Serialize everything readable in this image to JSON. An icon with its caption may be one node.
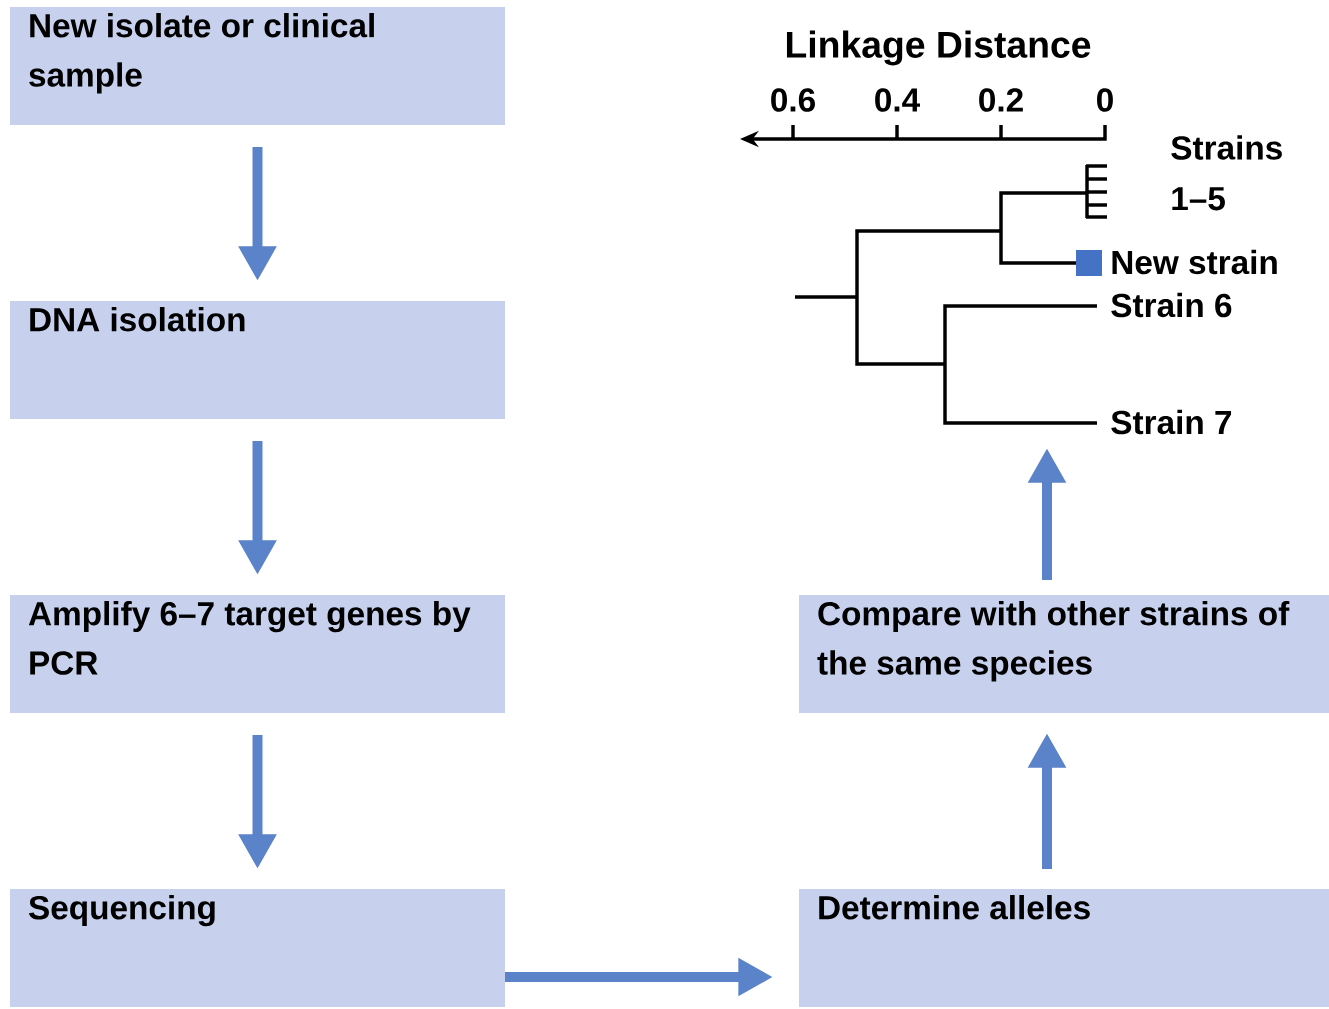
{
  "diagram": {
    "nodes": [
      {
        "text": [
          "New isolate or clinical sample"
        ]
      },
      {
        "text": [
          "DNA isolation"
        ]
      },
      {
        "text": [
          "Amplify 6–7 target genes by PCR"
        ]
      },
      {
        "text": [
          "Sequencing"
        ]
      },
      {
        "text": [
          "Determine alleles"
        ]
      },
      {
        "text": [
          "Compare with other strains of the same species"
        ]
      },
      {
        "text": [],
        "shape": "tree"
      }
    ],
    "edges": [
      {
        "from": 0,
        "to": 1,
        "arrow": "to"
      },
      {
        "from": 1,
        "to": 2,
        "arrow": "to"
      },
      {
        "from": 2,
        "to": 3,
        "arrow": "to"
      },
      {
        "from": 3,
        "to": 4,
        "arrow": "to"
      },
      {
        "from": 4,
        "to": 5,
        "arrow": "to"
      },
      {
        "from": 5,
        "to": 6,
        "arrow": "to"
      }
    ],
    "labels": [
      "Linkage Distance",
      "0.6",
      "0.4",
      "0.2",
      "0",
      "Strains 1–5",
      "New strain",
      "Strain 6",
      "Strain 7"
    ]
  }
}
